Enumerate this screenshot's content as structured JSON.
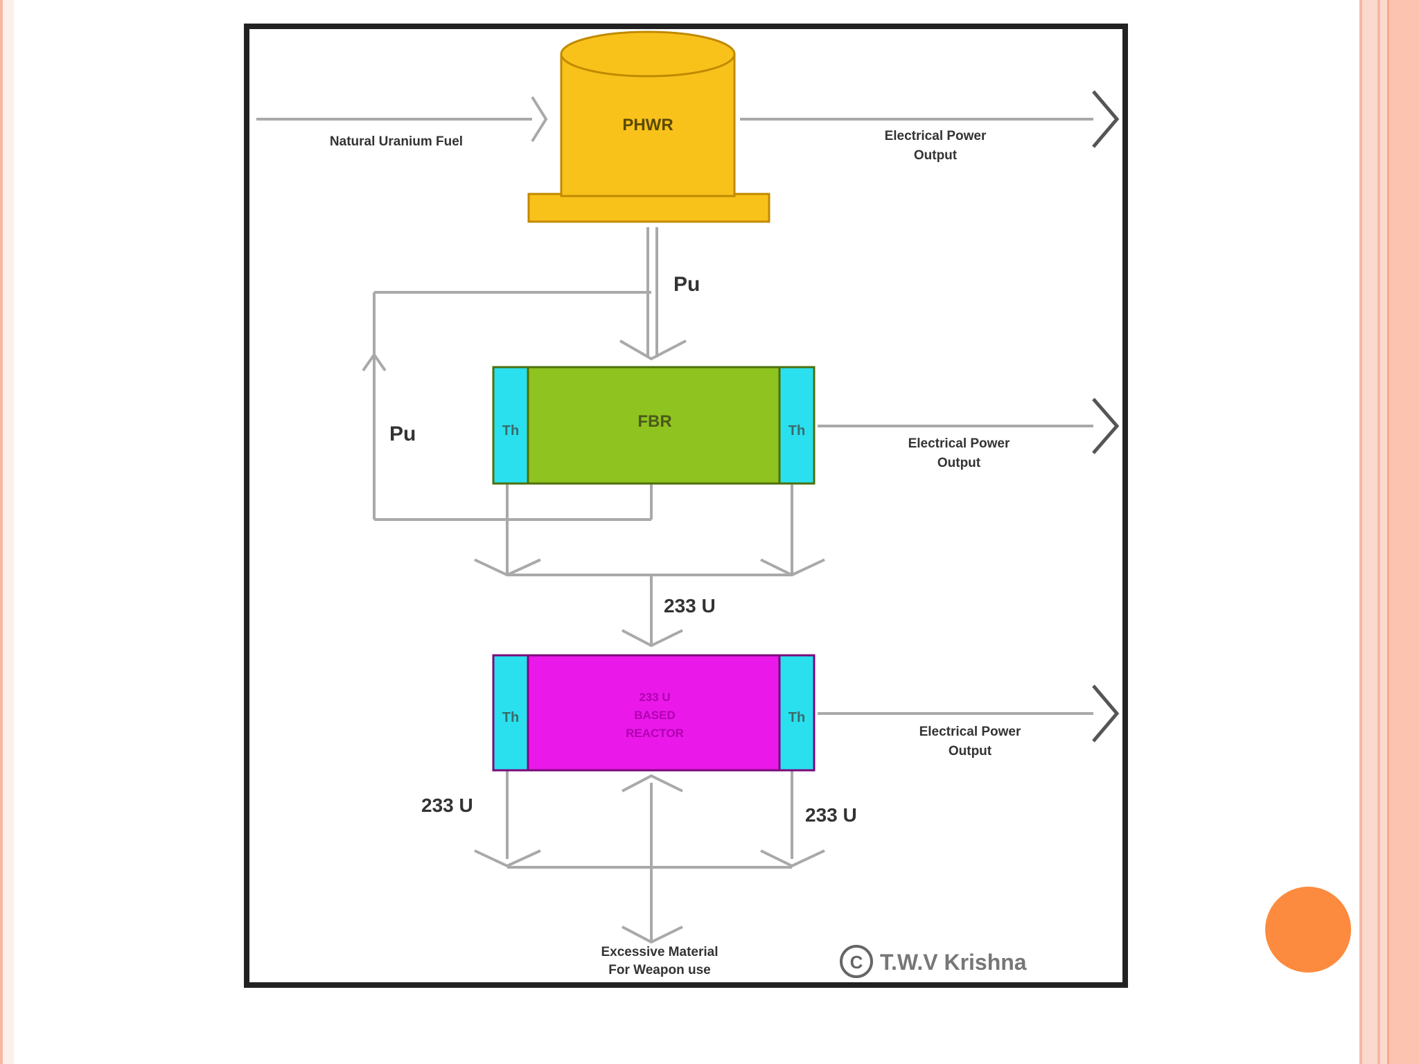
{
  "diagram": {
    "reactors": {
      "phwr": "PHWR",
      "fbr": "FBR",
      "third": [
        "233 U",
        "BASED",
        "REACTOR"
      ]
    },
    "labels": {
      "fuel_input": "Natural Uranium Fuel",
      "power_output_line1": "Electrical Power",
      "power_output_line2": "Output",
      "pu": "Pu",
      "u233": "233 U",
      "thorium": "Th",
      "weapon_line1": "Excessive Material",
      "weapon_line2": "For Weapon use",
      "copyright": "T.W.V Krishna"
    },
    "colors": {
      "phwr": "#f9c21b",
      "fbr": "#8fc31f",
      "third": "#ea19ea",
      "thorium": "#2ae0ee",
      "frame": "#222222",
      "flow_line": "#a9a9a9"
    }
  },
  "decor": {
    "accent": "#fd8b3f",
    "border": "#f5b7a3"
  }
}
